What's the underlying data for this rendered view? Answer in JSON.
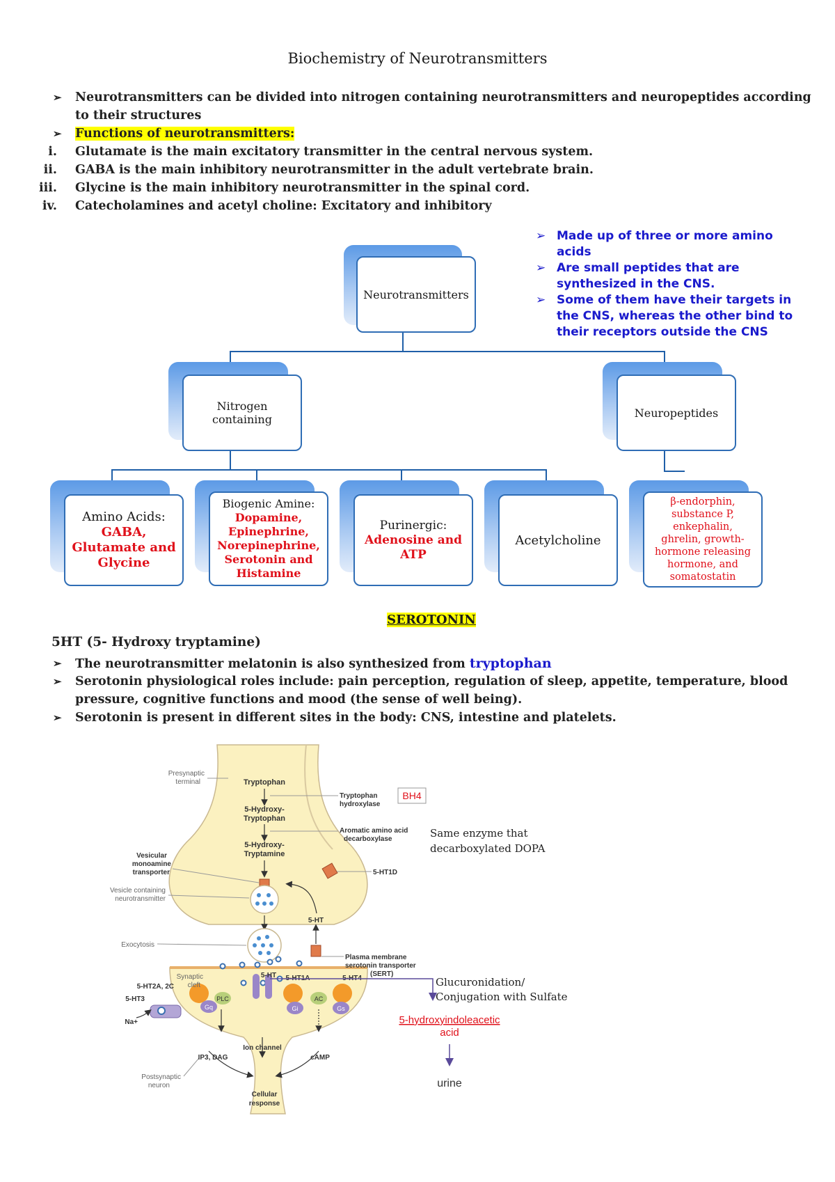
{
  "title": "Biochemistry of Neurotransmitters",
  "intro": {
    "bullet1_line1": "Neurotransmitters can be divided into nitrogen containing neurotransmitters and neuropeptides according",
    "bullet1_line2": "to their structures",
    "functions_heading": "Functions of neurotransmitters:",
    "functions": [
      {
        "num": "i.",
        "text": "Glutamate is the main excitatory transmitter in the central nervous system."
      },
      {
        "num": "ii.",
        "text": "GABA is the main inhibitory neurotransmitter in the adult vertebrate brain."
      },
      {
        "num": "iii.",
        "text": "Glycine is the main inhibitory neurotransmitter in the spinal cord."
      },
      {
        "num": "iv.",
        "text": "Catecholamines and acetyl choline: Excitatory and inhibitory"
      }
    ]
  },
  "chart": {
    "root": "Neurotransmitters",
    "nitrogen_line1": "Nitrogen",
    "nitrogen_line2": "containing",
    "neuropeptides": "Neuropeptides",
    "amino_title": "Amino Acids:",
    "amino_items": [
      "GABA,",
      "Glutamate and",
      "Glycine"
    ],
    "biogenic_title": "Biogenic Amine:",
    "biogenic_items": [
      "Dopamine,",
      "Epinephrine,",
      "Norepinephrine,",
      "Serotonin and",
      "Histamine"
    ],
    "purinergic_title": "Purinergic:",
    "purinergic_items": [
      "Adenosine and",
      "ATP"
    ],
    "acetylcholine": "Acetylcholine",
    "peptide_items": [
      "β-endorphin,",
      "substance P,",
      "enkephalin,",
      "ghrelin, growth-",
      "hormone releasing",
      "hormone, and",
      "somatostatin"
    ]
  },
  "sidenote": [
    "Made up of three or more amino acids",
    "Are small peptides that are synthesized in the CNS.",
    "Some of them have their targets in the CNS, whereas the other bind to their receptors outside the CNS"
  ],
  "serotonin": {
    "heading": "SEROTONIN",
    "subtitle": "5HT (5- Hydroxy tryptamine)",
    "bullet1_text": "The neurotransmitter melatonin is also synthesized from ",
    "bullet1_highlight": "tryptophan",
    "bullet2_line1": "Serotonin physiological roles include: pain perception, regulation of sleep, appetite, temperature, blood",
    "bullet2_line2": "pressure, cognitive functions and mood (the sense of well being).",
    "bullet3": "Serotonin is present in different sites in the body: CNS, intestine and platelets."
  },
  "diagram": {
    "presynaptic": [
      "Presynaptic",
      "terminal"
    ],
    "tryptophan": "Tryptophan",
    "hydroxy_trp": [
      "5-Hydroxy-",
      "Tryptophan"
    ],
    "hydroxy_tryptamine": [
      "5-Hydroxy-",
      "Tryptamine"
    ],
    "trp_hydroxylase": [
      "Tryptophan",
      "hydroxylase"
    ],
    "bh4": "BH4",
    "aadc": [
      "Aromatic amino acid",
      "decarboxylase"
    ],
    "same_enzyme": [
      "Same enzyme that",
      "decarboxylated DOPA"
    ],
    "vmat": [
      "Vesicular",
      "monoamine",
      "transporter"
    ],
    "ht1d": "5-HT1D",
    "vesicle": [
      "Vesicle containing",
      "neurotransmitter"
    ],
    "ht_reuptake": "5-HT",
    "exocytosis": "Exocytosis",
    "sert": [
      "Plasma membrane",
      "serotonin transporter",
      "(SERT)"
    ],
    "synaptic_cleft": [
      "Synaptic",
      "cleft"
    ],
    "ht_cleft": "5-HT",
    "gluc": [
      "Glucuronidation/",
      "Conjugation with Sulfate"
    ],
    "hiaa": [
      "5-hydroxyindoleacetic",
      "acid"
    ],
    "urine": "urine",
    "ht2": "5-HT2A, 2C",
    "ht1a": "5-HT1A",
    "ht4": "5-HT4",
    "ht3": "5-HT3",
    "na": "Na+",
    "plc": "PLC",
    "gq": "Gq",
    "gi": "Gi",
    "ac": "AC",
    "gs": "Gs",
    "ion_channel": "Ion channel",
    "ip3": "IP3, DAG",
    "camp": "cAMP",
    "postsynaptic": [
      "Postsynaptic",
      "neuron"
    ],
    "cellular": [
      "Cellular",
      "response"
    ],
    "colors": {
      "red": "#e0101a",
      "orange": "#f39a2a",
      "purple": "#9a86c8",
      "cytoplasm": "#fbf1c0"
    }
  }
}
